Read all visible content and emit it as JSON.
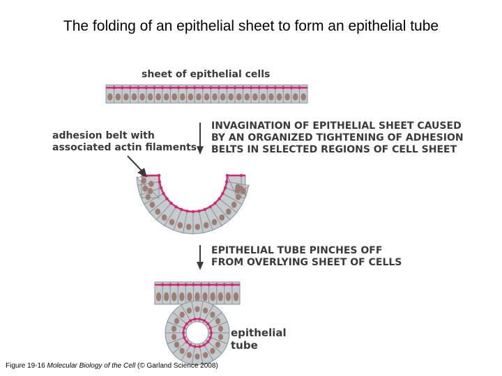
{
  "title": "The folding of an epithelial sheet to form an epithelial tube",
  "labels": {
    "sheet": "sheet of epithelial cells",
    "adhesion": "adhesion belt with\nassociated actin filaments",
    "invagination": "INVAGINATION OF EPITHELIAL SHEET CAUSED\nBY AN ORGANIZED TIGHTENING OF ADHESION\nBELTS IN SELECTED REGIONS OF CELL SHEET",
    "pinch": "EPITHELIAL TUBE PINCHES OFF\nFROM OVERLYING SHEET OF CELLS",
    "tube": "epithelial\ntube"
  },
  "caption": {
    "prefix": "Figure 19-16  ",
    "book": "Molecular Biology of the Cell",
    "suffix": " (© Garland Science 2008)"
  },
  "colors": {
    "cell_fill": "#c5ccd0",
    "cell_border": "#8a9296",
    "nucleus": "#a07d72",
    "adhesion_belt": "#d8266e",
    "arrow": "#3a3a3a"
  }
}
